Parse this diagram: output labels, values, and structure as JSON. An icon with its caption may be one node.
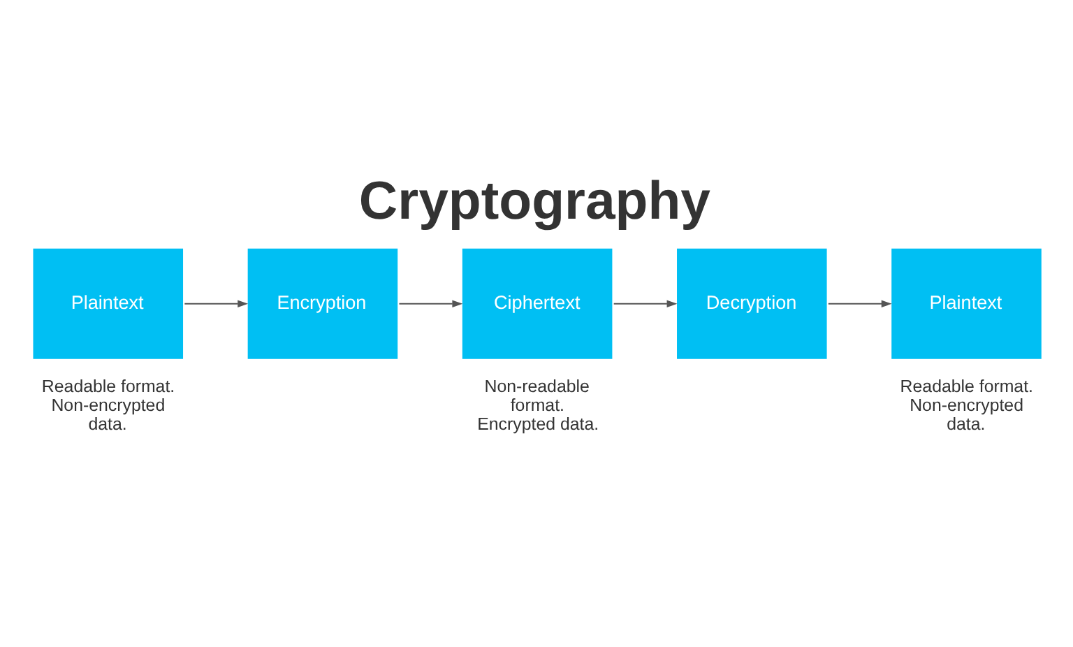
{
  "diagram": {
    "title": "Cryptography",
    "nodes": [
      {
        "text": [
          "Plaintext"
        ],
        "beside": [
          "Readable format. Non-encrypted data."
        ]
      },
      {
        "text": [
          "Encryption"
        ]
      },
      {
        "text": [
          "Ciphertext"
        ],
        "beside": [
          "Non-readable format. Encrypted data."
        ]
      },
      {
        "text": [
          "Decryption"
        ]
      },
      {
        "text": [
          "Plaintext"
        ],
        "beside": [
          "Readable format. Non-encrypted data."
        ]
      }
    ],
    "edges": [
      {
        "from": 0,
        "to": 1,
        "arrow": "to"
      },
      {
        "from": 1,
        "to": 2,
        "arrow": "to"
      },
      {
        "from": 2,
        "to": 3,
        "arrow": "to"
      },
      {
        "from": 3,
        "to": 4,
        "arrow": "to"
      }
    ]
  }
}
